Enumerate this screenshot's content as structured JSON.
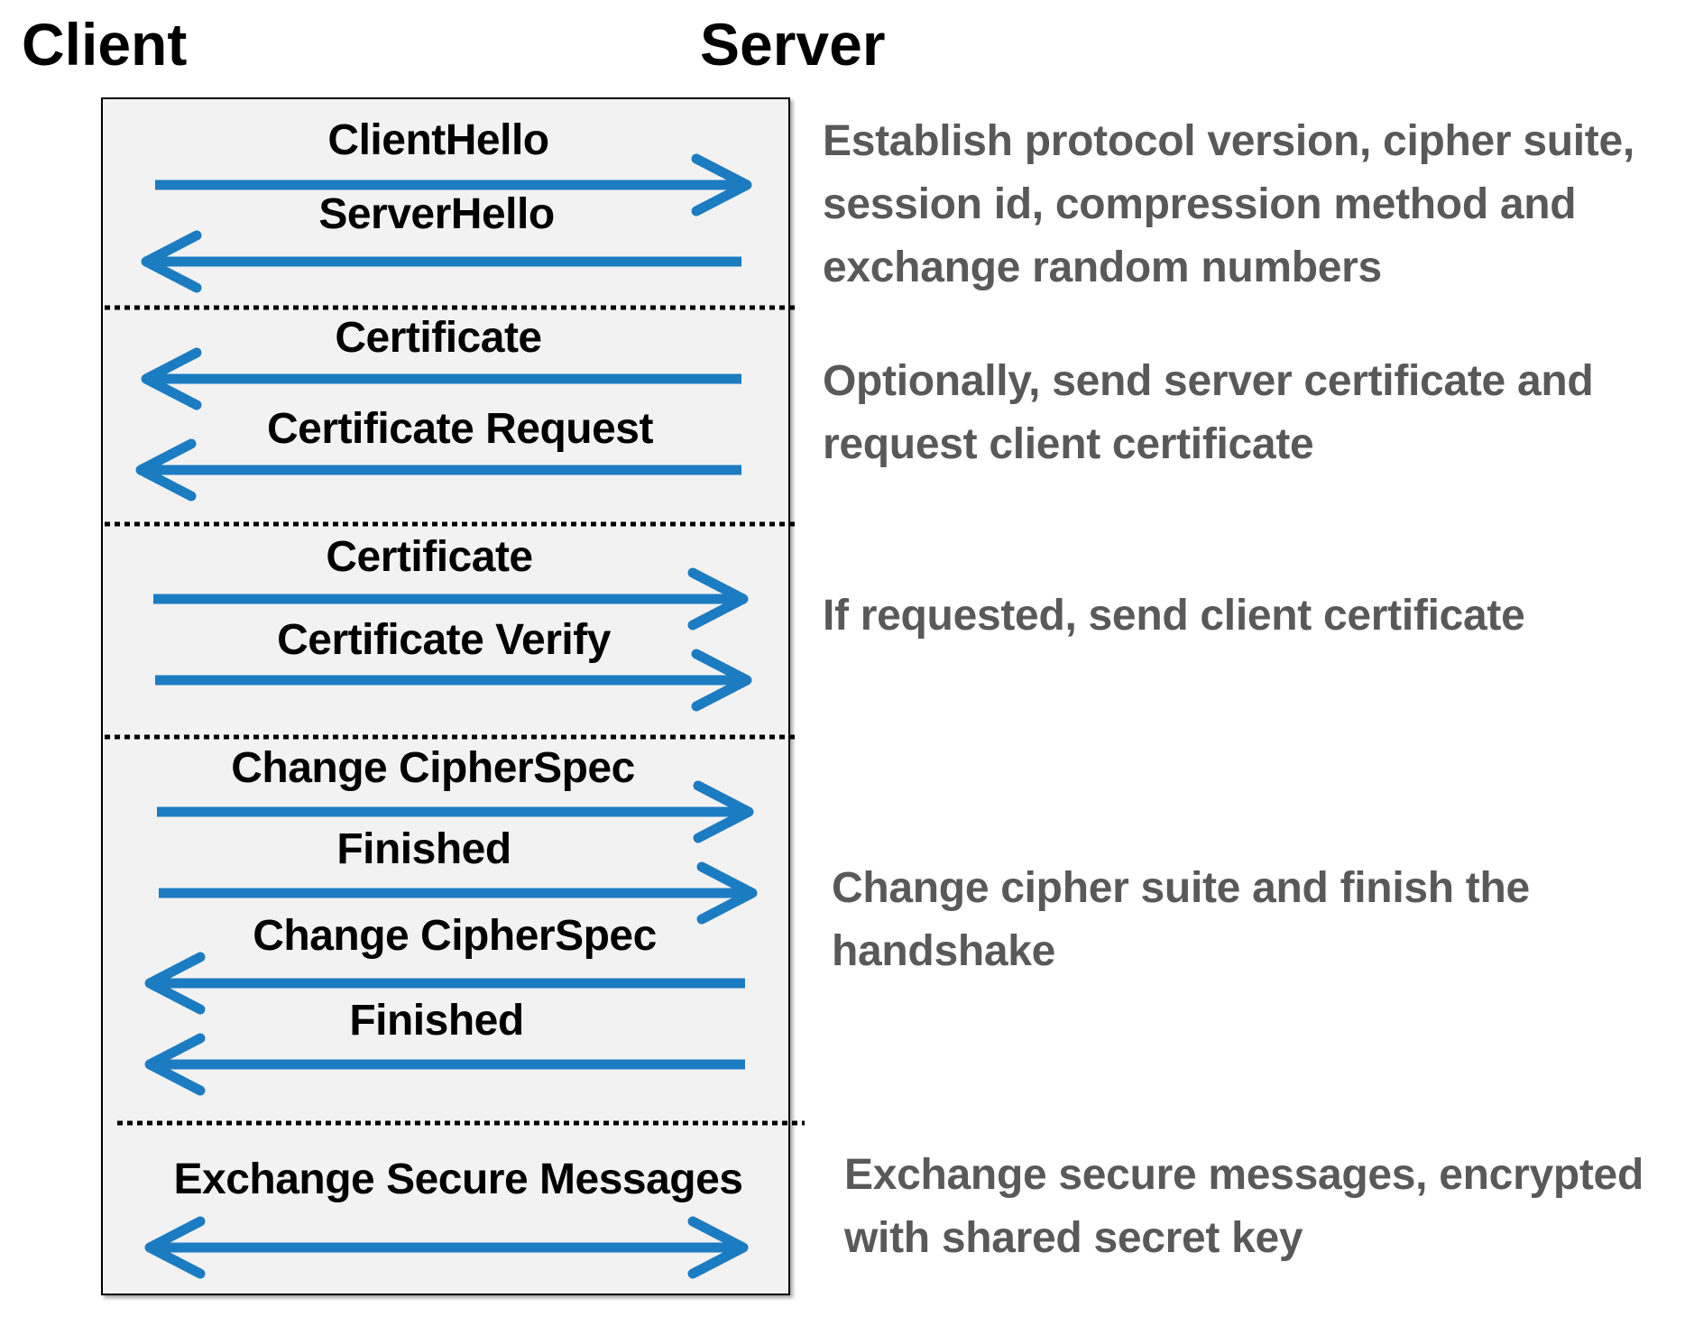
{
  "headers": {
    "client": "Client",
    "server": "Server"
  },
  "colors": {
    "arrow": "#1c7cc2",
    "box_fill": "#f2f2f2",
    "description_text": "#595959"
  },
  "messages": [
    {
      "label": "ClientHello",
      "direction": "client-to-server"
    },
    {
      "label": "ServerHello",
      "direction": "server-to-client"
    },
    {
      "label": "Certificate",
      "direction": "server-to-client"
    },
    {
      "label": "Certificate Request",
      "direction": "server-to-client"
    },
    {
      "label": "Certificate",
      "direction": "client-to-server"
    },
    {
      "label": "Certificate Verify",
      "direction": "client-to-server"
    },
    {
      "label": "Change CipherSpec",
      "direction": "client-to-server"
    },
    {
      "label": "Finished",
      "direction": "client-to-server"
    },
    {
      "label": "Change CipherSpec",
      "direction": "server-to-client"
    },
    {
      "label": "Finished",
      "direction": "server-to-client"
    },
    {
      "label": "Exchange Secure Messages",
      "direction": "bidirectional"
    }
  ],
  "phases": [
    {
      "lines": [
        "Establish protocol version, cipher suite,",
        "session id, compression method and",
        "exchange random numbers"
      ]
    },
    {
      "lines": [
        "Optionally, send server certificate and",
        "request client certificate"
      ]
    },
    {
      "lines": [
        "If requested, send client certificate"
      ]
    },
    {
      "lines": [
        "Change cipher suite and finish the",
        "handshake"
      ]
    },
    {
      "lines": [
        "Exchange secure messages, encrypted",
        "with shared secret key"
      ]
    }
  ]
}
